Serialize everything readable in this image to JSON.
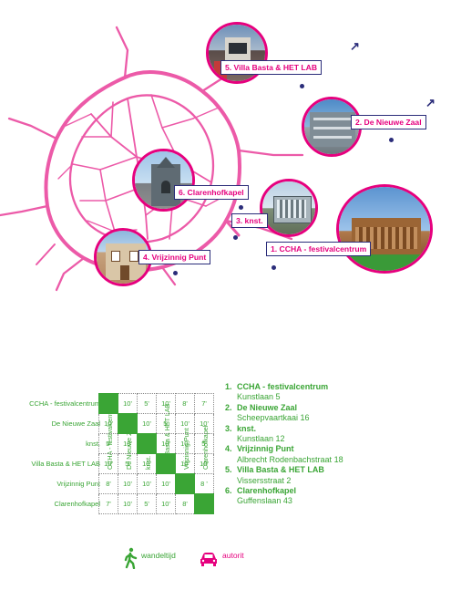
{
  "locations": [
    {
      "id": 1,
      "label": "1. CCHA - festivalcentrum",
      "num": "1.",
      "name": "CCHA - festivalcentrum",
      "address": "Kunstlaan 5"
    },
    {
      "id": 2,
      "label": "2. De Nieuwe Zaal",
      "num": "2.",
      "name": "De Nieuwe Zaal",
      "address": "Scheepvaartkaai 16"
    },
    {
      "id": 3,
      "label": "3. knst.",
      "num": "3.",
      "name": "knst.",
      "address": "Kunstlaan 12"
    },
    {
      "id": 4,
      "label": "4. Vrijzinnig Punt",
      "num": "4.",
      "name": "Vrijzinnig Punt",
      "address": "Albrecht Rodenbachstraat 18"
    },
    {
      "id": 5,
      "label": "5. Villa Basta & HET LAB",
      "num": "5.",
      "name": "Villa Basta & HET LAB",
      "address": "Vissersstraat 2"
    },
    {
      "id": 6,
      "label": "6. Clarenhofkapel",
      "num": "6.",
      "name": "Clarenhofkapel",
      "address": "Guffenslaan 43"
    }
  ],
  "matrix": {
    "columns": [
      "CCHA - festivalcentrum",
      "De Nieuwe Zaal",
      "knst.",
      "Villa Basta & HET LAB",
      "Vrijzinnig Punt",
      "Clarenhofkapel"
    ],
    "rows": [
      "CCHA - festivalcentrum",
      "De Nieuwe Zaal",
      "knst.",
      "Villa Basta & HET LAB",
      "Vrijzinnig Punt",
      "Clarenhofkapel"
    ],
    "cells": [
      [
        "",
        "10'",
        "5'",
        "10'",
        "8'",
        "7'"
      ],
      [
        "10'",
        "",
        "10'",
        "5'",
        "10'",
        "10'"
      ],
      [
        "5'",
        "10'",
        "",
        "10'",
        "10'",
        "5'"
      ],
      [
        "10'",
        "5'",
        "10'",
        "",
        "10'",
        "10'"
      ],
      [
        "8'",
        "10'",
        "10'",
        "10'",
        "",
        "8 '"
      ],
      [
        "7'",
        "10'",
        "5'",
        "10'",
        "8'",
        ""
      ]
    ]
  },
  "legend": {
    "walk_label": "wandeltijd",
    "car_label": "autorit",
    "walk_icon": "walking-person-icon",
    "car_icon": "car-icon",
    "walk_color": "#3aa535",
    "car_color": "#e6007e"
  },
  "colors": {
    "road": "#ec5aa8",
    "accent": "#e6007e",
    "label_border": "#2b2d7a",
    "text_green": "#3aa535"
  }
}
